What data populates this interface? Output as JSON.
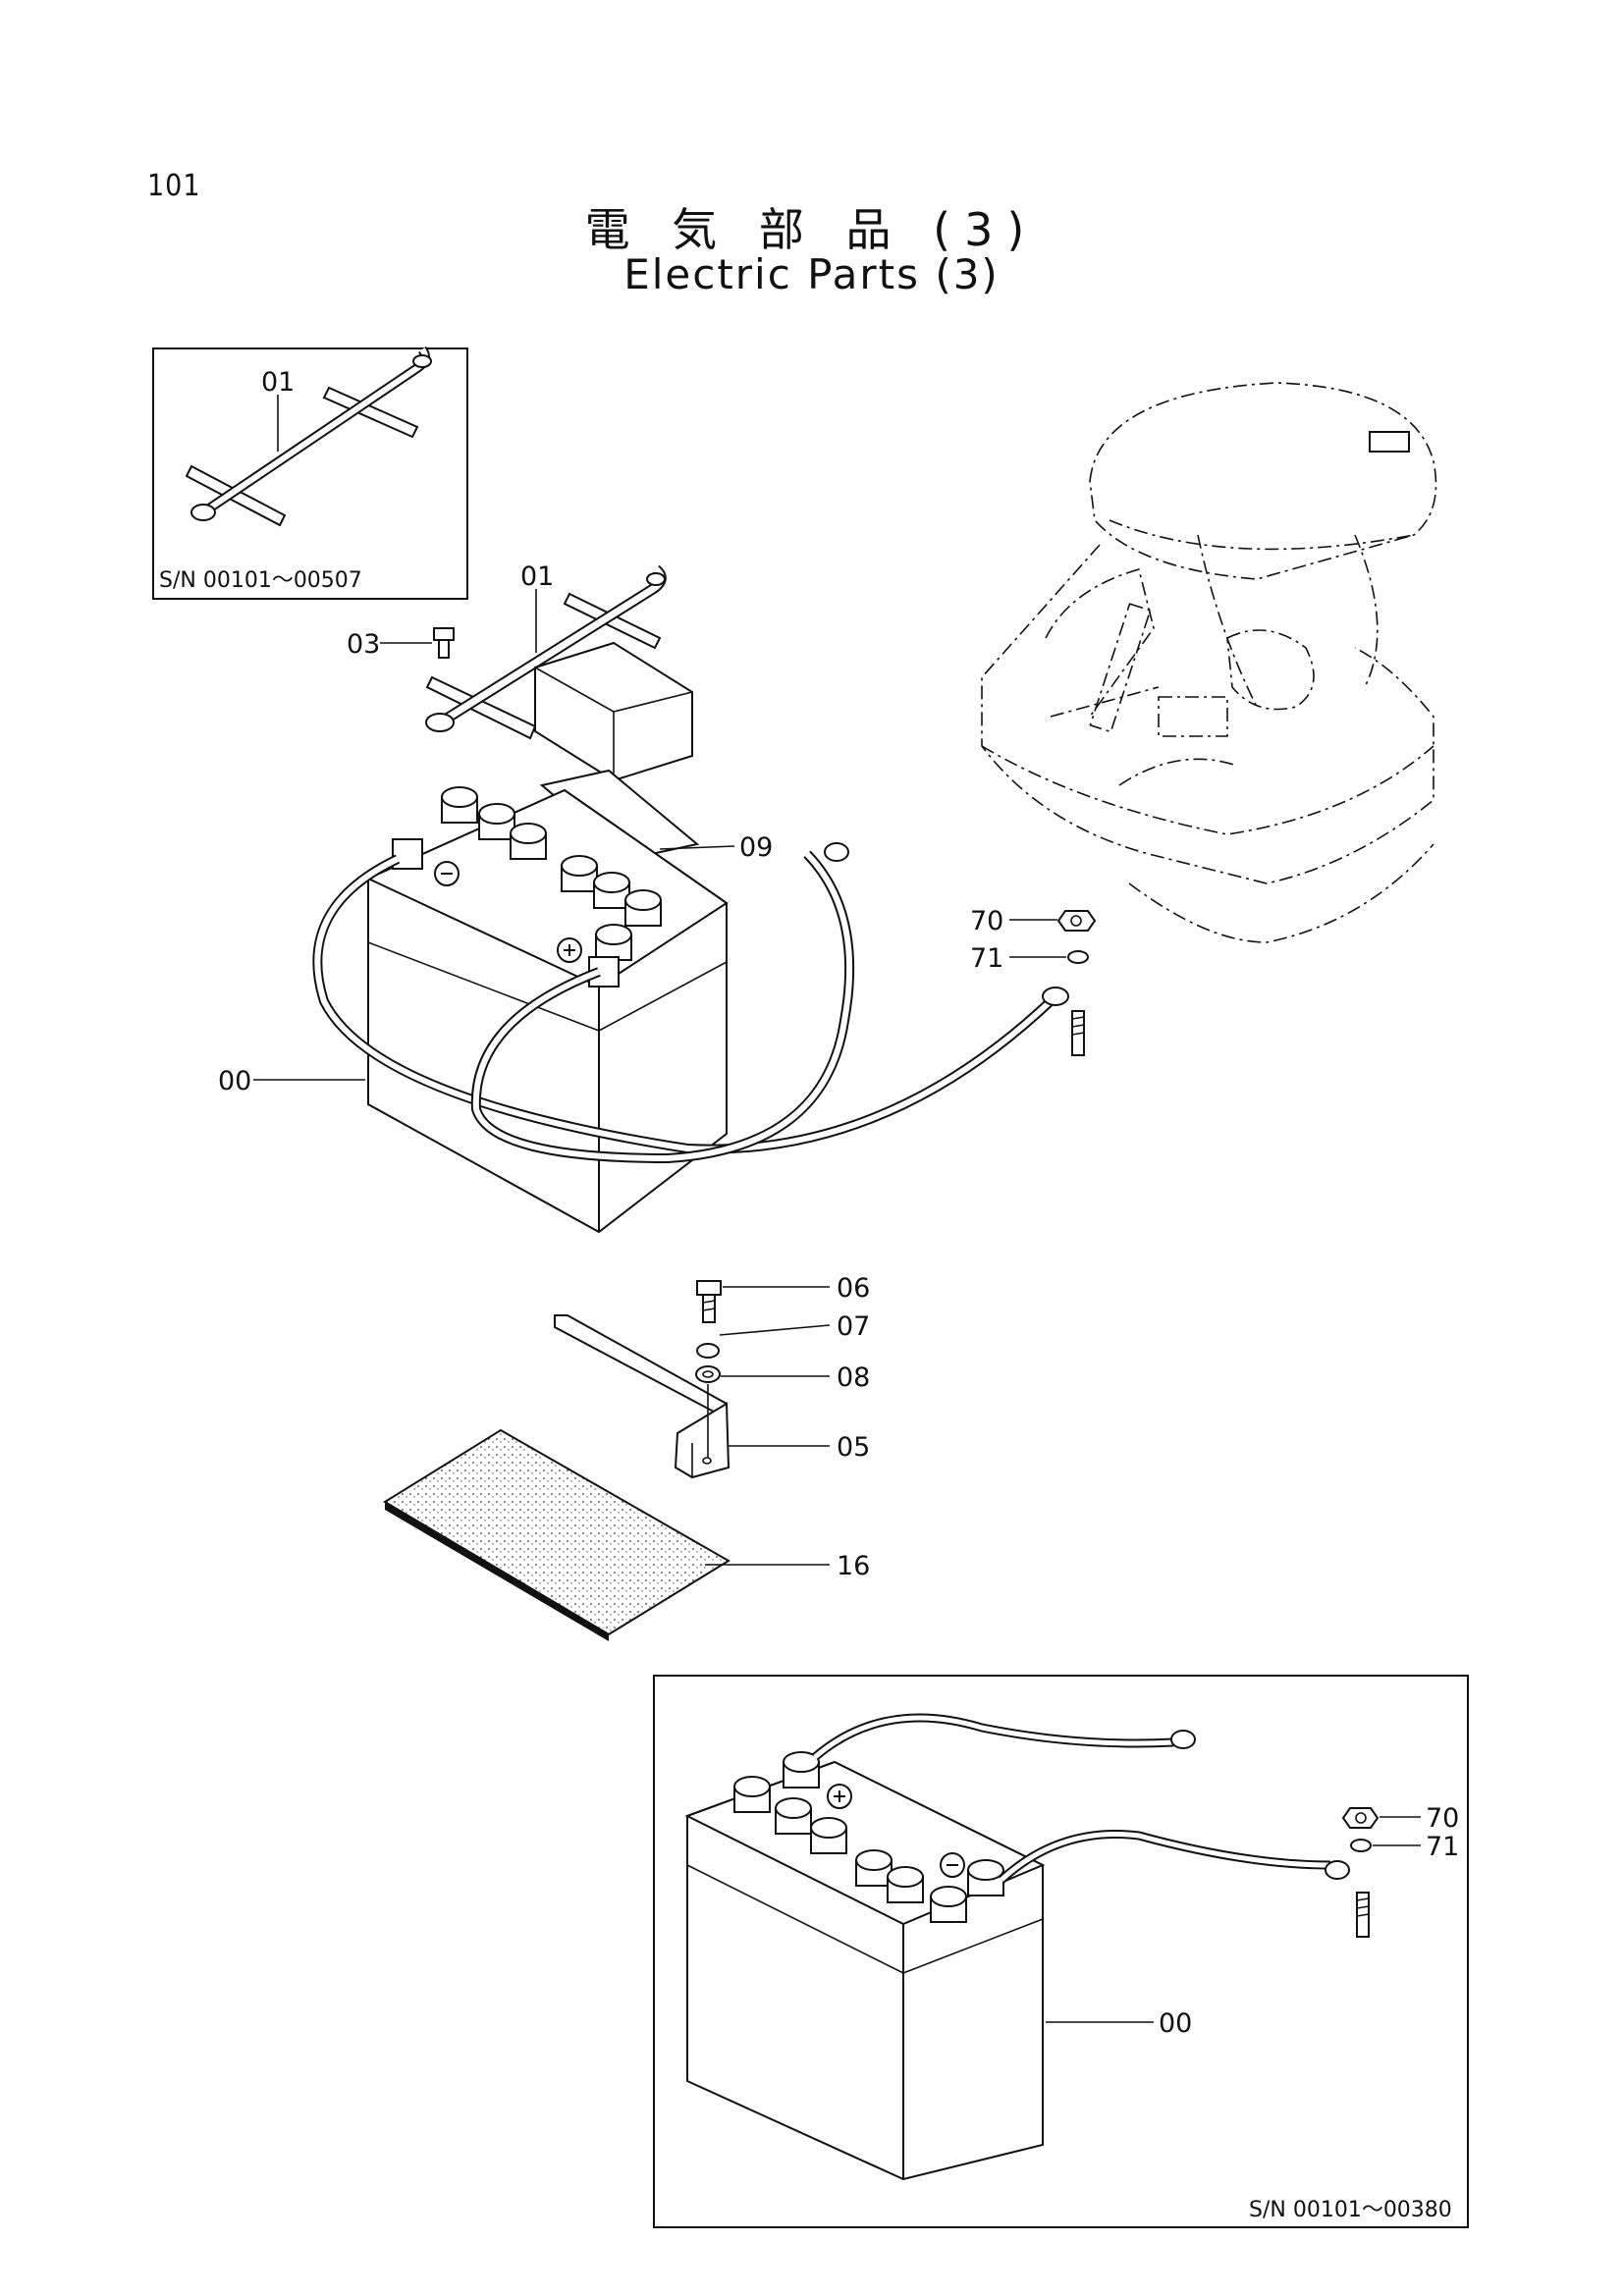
{
  "page_number": "101",
  "title_jp": "電 気 部 品 (3)",
  "title_en": "Electric Parts (3)",
  "insets": {
    "top_left_sn": "S/N 00101～00507",
    "bottom_right_sn": "S/N 00101～00380"
  },
  "callouts": {
    "inset_holder": "01",
    "holder": "01",
    "bolt_top": "03",
    "pad": "09",
    "battery": "00",
    "nut": "70",
    "washer": "71",
    "bolt": "06",
    "spring_washer": "07",
    "plain_washer": "08",
    "bracket": "05",
    "mat": "16",
    "inset_nut": "70",
    "inset_washer": "71",
    "inset_battery": "00"
  }
}
